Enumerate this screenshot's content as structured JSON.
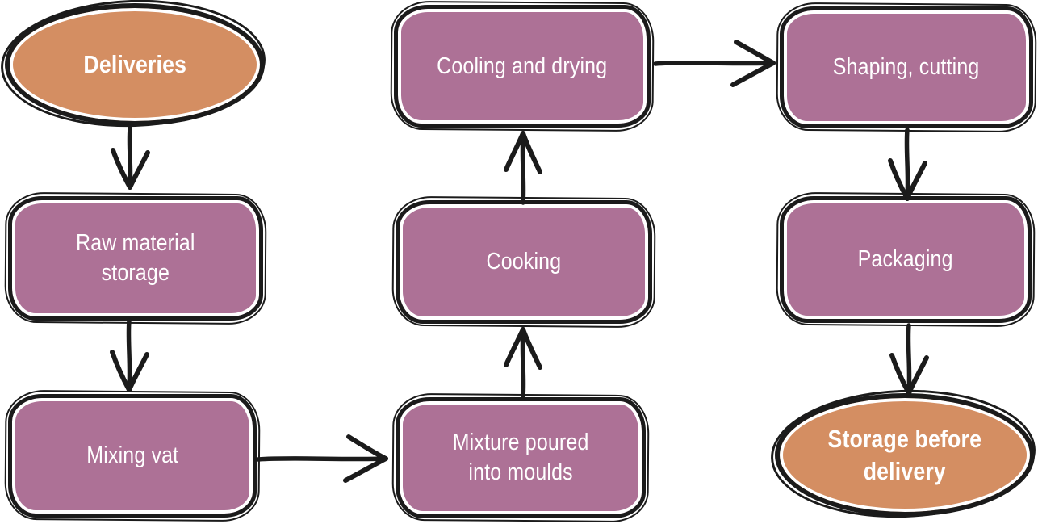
{
  "diagram": {
    "type": "flowchart",
    "description": "Hand-drawn style production process flowchart from deliveries to storage before delivery",
    "colors": {
      "terminal_fill": "#d48e62",
      "process_fill": "#ad7196",
      "outline": "#1b1b1b",
      "label_text": "#ffffff",
      "background": "#ffffff"
    },
    "nodes": [
      {
        "id": "deliveries",
        "shape": "ellipse",
        "label": "Deliveries"
      },
      {
        "id": "raw-material-storage",
        "shape": "rounded-rect",
        "label": "Raw material\nstorage"
      },
      {
        "id": "mixing-vat",
        "shape": "rounded-rect",
        "label": "Mixing vat"
      },
      {
        "id": "mixture-poured-into-moulds",
        "shape": "rounded-rect",
        "label": "Mixture poured\ninto moulds"
      },
      {
        "id": "cooking",
        "shape": "rounded-rect",
        "label": "Cooking"
      },
      {
        "id": "cooling-and-drying",
        "shape": "rounded-rect",
        "label": "Cooling and drying"
      },
      {
        "id": "shaping-cutting",
        "shape": "rounded-rect",
        "label": "Shaping, cutting"
      },
      {
        "id": "packaging",
        "shape": "rounded-rect",
        "label": "Packaging"
      },
      {
        "id": "storage-before-delivery",
        "shape": "ellipse",
        "label": "Storage before\ndelivery"
      }
    ],
    "edges": [
      {
        "from": "deliveries",
        "to": "raw-material-storage",
        "direction": "down"
      },
      {
        "from": "raw-material-storage",
        "to": "mixing-vat",
        "direction": "down"
      },
      {
        "from": "mixing-vat",
        "to": "mixture-poured-into-moulds",
        "direction": "right"
      },
      {
        "from": "mixture-poured-into-moulds",
        "to": "cooking",
        "direction": "up"
      },
      {
        "from": "cooking",
        "to": "cooling-and-drying",
        "direction": "up"
      },
      {
        "from": "cooling-and-drying",
        "to": "shaping-cutting",
        "direction": "right"
      },
      {
        "from": "shaping-cutting",
        "to": "packaging",
        "direction": "down"
      },
      {
        "from": "packaging",
        "to": "storage-before-delivery",
        "direction": "down"
      }
    ]
  }
}
